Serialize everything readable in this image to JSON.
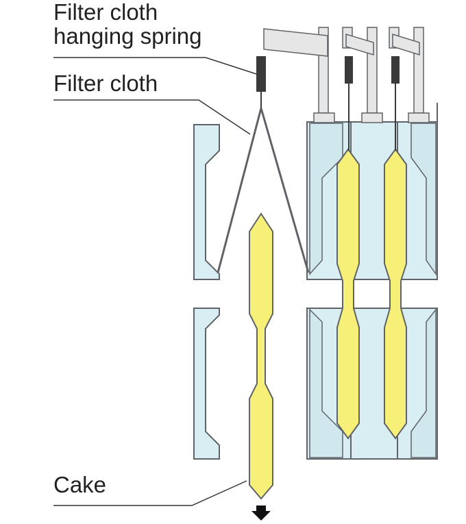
{
  "labels": {
    "spring_line1": "Filter cloth",
    "spring_line2": "hanging spring",
    "cloth": "Filter cloth",
    "cake": "Cake"
  },
  "colors": {
    "plate_fill": "#d9eef3",
    "cake_fill": "#f6f078",
    "outline": "#5f6266",
    "rod_fill": "#e6e6e6",
    "spring_fill": "#3a3a3a",
    "leader_line": "#333333",
    "text": "#222222"
  }
}
